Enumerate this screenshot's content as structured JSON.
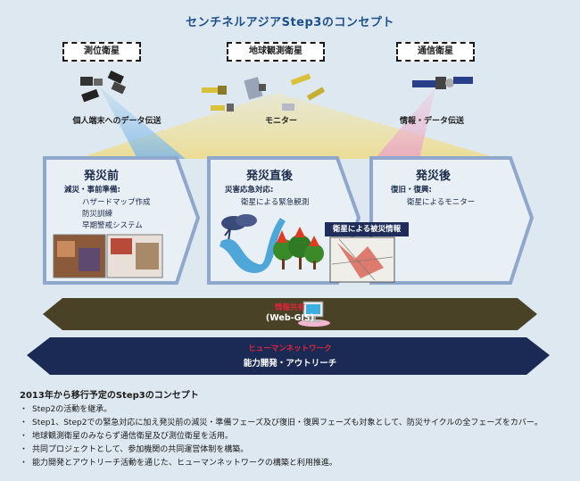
{
  "title": "センチネルアジアStep3のコンセプト",
  "satellites": {
    "positioning": {
      "label": "測位衛星",
      "caption": "個人端末へのデータ伝送"
    },
    "earth_observation": {
      "label": "地球観測衛星",
      "caption": "モニター"
    },
    "communication": {
      "label": "通信衛星",
      "caption": "情報・データ伝送"
    }
  },
  "phases": {
    "before": {
      "title": "発災前",
      "subtitle": "減災・事前準備:",
      "items": [
        "ハザードマップ作成",
        "防災訓練",
        "早期警戒システム"
      ]
    },
    "immediate": {
      "title": "発災直後",
      "subtitle": "災害応急対応:",
      "items": [
        "衛星による緊急観測"
      ],
      "map_label": "衛星による被災情報"
    },
    "after": {
      "title": "発災後",
      "subtitle": "復旧・復興:",
      "items": [
        "衛星によるモニター"
      ]
    }
  },
  "bands": {
    "info_sharing": {
      "label": "情報共有",
      "sublabel": "(Web-GIS)"
    },
    "human_network": {
      "label": "ヒューマンネットワーク",
      "sublabel": "能力開発・アウトリーチ"
    }
  },
  "notes": {
    "title": "2013年から移行予定のStep3のコンセプト",
    "bullets": [
      "Step2の活動を継承。",
      "Step1、Step2での緊急対応に加え発災前の減災・準備フェーズ及び復旧・復興フェーズも対象として、防災サイクルの全フェーズをカバー。",
      "地球観測衛星のみならず通信衛星及び測位衛星を活用。",
      "共同プロジェクトとして、参加機関の共同運営体制を構築。",
      "能力開発とアウトリーチ活動を通じた、ヒューマンネットワークの構築と利用推進。"
    ],
    "bullet_mark": "・"
  },
  "colors": {
    "title": "#1c4f8c",
    "band_info": "#4a4226",
    "band_human": "#1b2a55",
    "label_red": "#e0263a",
    "phase_border": "#8fa7cc"
  }
}
